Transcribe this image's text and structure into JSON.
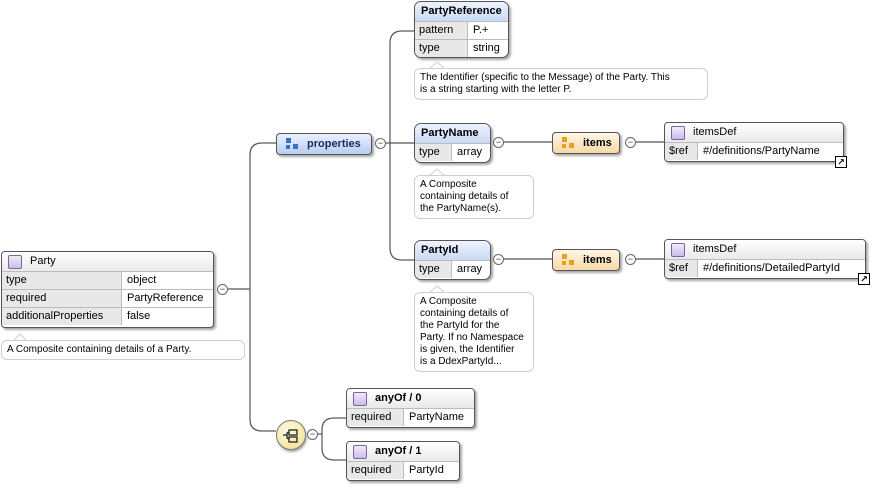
{
  "party": {
    "title": "Party",
    "rows": [
      {
        "key": "type",
        "value": "object"
      },
      {
        "key": "required",
        "value": "PartyReference"
      },
      {
        "key": "additionalProperties",
        "value": "false"
      }
    ],
    "note": "A Composite containing details of a Party."
  },
  "properties": {
    "label": "properties"
  },
  "party_reference": {
    "title": "PartyReference",
    "rows": [
      {
        "key": "pattern",
        "value": "P.+"
      },
      {
        "key": "type",
        "value": "string"
      }
    ],
    "note_line1": "The Identifier (specific to the Message) of the Party. This",
    "note_line2": "is a string starting with the letter P."
  },
  "party_name": {
    "title": "PartyName",
    "row": {
      "key": "type",
      "value": "array"
    },
    "note_lines": [
      "A Composite",
      "containing details of",
      "the PartyName(s)."
    ],
    "items_label": "items",
    "items_def": {
      "title": "itemsDef",
      "ref_key": "$ref",
      "ref_value": "#/definitions/PartyName"
    }
  },
  "party_id": {
    "title": "PartyId",
    "row": {
      "key": "type",
      "value": "array"
    },
    "note_lines": [
      "A Composite",
      "containing details of",
      "the PartyId for the",
      "Party. If no Namespace",
      "is given, the Identifier",
      "is a DdexPartyId..."
    ],
    "items_label": "items",
    "items_def": {
      "title": "itemsDef",
      "ref_key": "$ref",
      "ref_value": "#/definitions/DetailedPartyId"
    }
  },
  "any_of": [
    {
      "title": "anyOf / 0",
      "key": "required",
      "value": "PartyName"
    },
    {
      "title": "anyOf / 1",
      "key": "required",
      "value": "PartyId"
    }
  ],
  "icons": {
    "collapse": "−",
    "external_link": "↗"
  },
  "colors": {
    "link_lines": "#555555",
    "properties_fill": "#c7d8f3",
    "items_fill": "#f9dfb2",
    "element_icon": "#c9bde6"
  }
}
